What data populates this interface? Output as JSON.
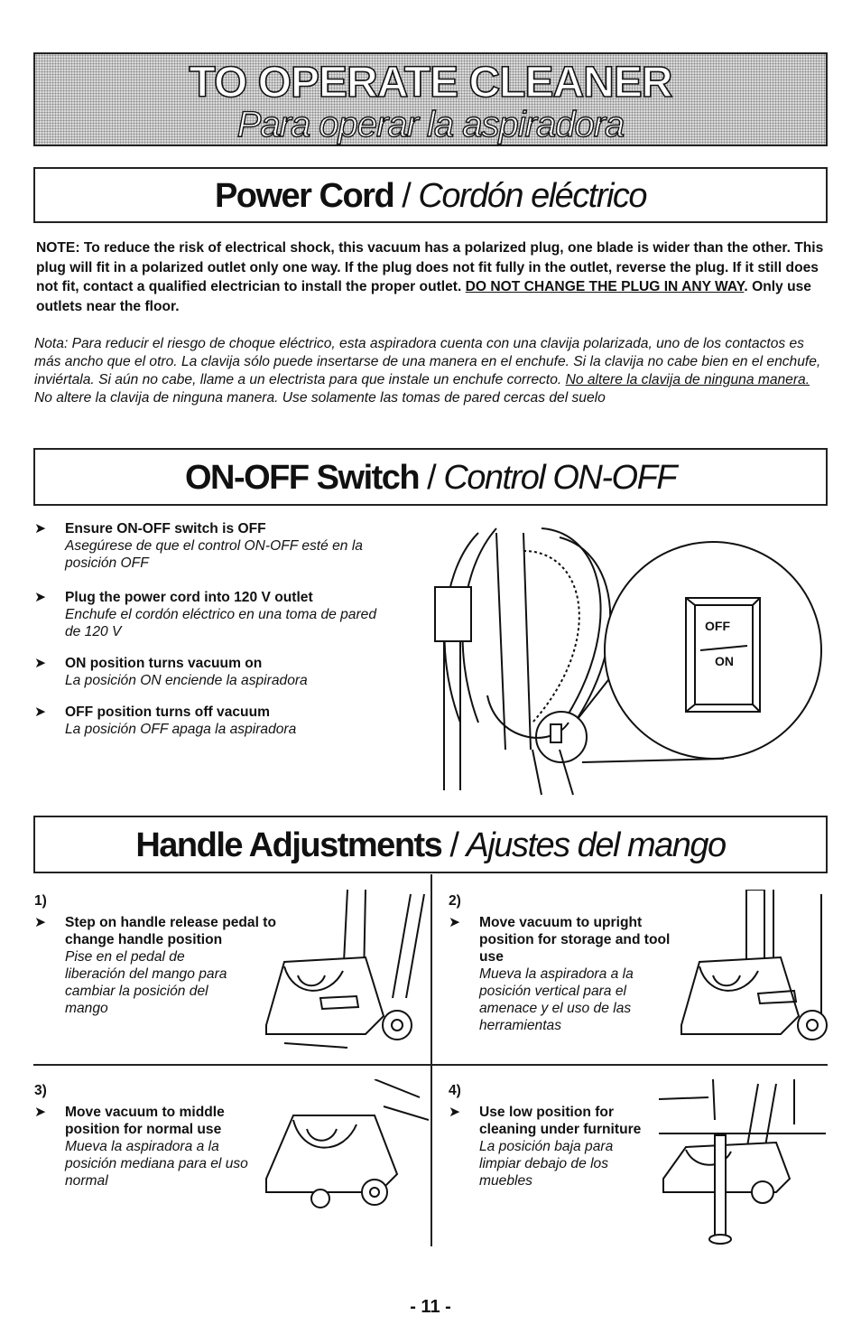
{
  "banner": {
    "title": "TO OPERATE CLEANER",
    "subtitle": "Para operar la aspiradora"
  },
  "power_cord": {
    "title_en": "Power Cord",
    "separator": " / ",
    "title_es": "Cordón eléctrico",
    "note_start": "NOTE: To reduce the risk of electrical shock, this vacuum has a polarized plug, one blade is wider than the other. This plug will fit in a polarized outlet only one way. If the plug does not fit fully in the outlet, reverse the plug. If it still does not fit, contact a qualified electrician to install the proper outlet. ",
    "note_underlined": "DO NOT CHANGE THE PLUG IN ANY WAY",
    "note_end": ". Only use outlets near the floor.",
    "nota_start": "Nota: Para reducir el riesgo de choque eléctrico, esta aspiradora cuenta con una clavija polarizada, uno de los contactos es más ancho que el otro. La clavija sólo puede insertarse de una manera en el enchufe. Si la clavija no cabe bien en el enchufe, inviértala. Si aún no cabe, llame a un electrista para que instale un enchufe correcto. ",
    "nota_underlined": "No altere la clavija de ninguna manera.",
    "nota_end": " No altere la clavija de ninguna manera. Use solamente las tomas de pared cercas del suelo"
  },
  "on_off": {
    "title_en": "ON-OFF Switch",
    "separator": " / ",
    "title_es": "Control ON-OFF",
    "steps": [
      {
        "en": "Ensure ON-OFF switch is OFF",
        "es": "Asegúrese de que el control ON-OFF esté en la posición OFF"
      },
      {
        "en": "Plug the power cord into 120 V outlet",
        "es": "Enchufe el cordón eléctrico en una toma de pared de 120 V"
      },
      {
        "en": "ON position turns vacuum on",
        "es": "La posición ON enciende la aspiradora"
      },
      {
        "en": "OFF position turns off vacuum",
        "es": "La posición OFF apaga la aspiradora"
      }
    ],
    "switch_labels": {
      "off": "OFF",
      "on": "ON"
    }
  },
  "handle": {
    "title_en": "Handle Adjustments",
    "separator": " / ",
    "title_es": "Ajustes del mango",
    "steps": [
      {
        "num": "1)",
        "en": "Step on handle release pedal to change handle position",
        "es": "Pise en el pedal de liberación del mango para cambiar la posición del mango"
      },
      {
        "num": "2)",
        "en": "Move vacuum to upright position for storage and tool use",
        "es": "Mueva la aspiradora a la posición vertical para el amenace y el uso de las herramientas"
      },
      {
        "num": "3)",
        "en": "Move vacuum to middle position for normal use",
        "es": "Mueva la aspiradora a la posición mediana para el uso normal"
      },
      {
        "num": "4)",
        "en": "Use low position for cleaning under furniture",
        "es": "La posición baja para limpiar debajo de los muebles"
      }
    ]
  },
  "arrow_glyph": "➤",
  "page_number": "- 11 -"
}
